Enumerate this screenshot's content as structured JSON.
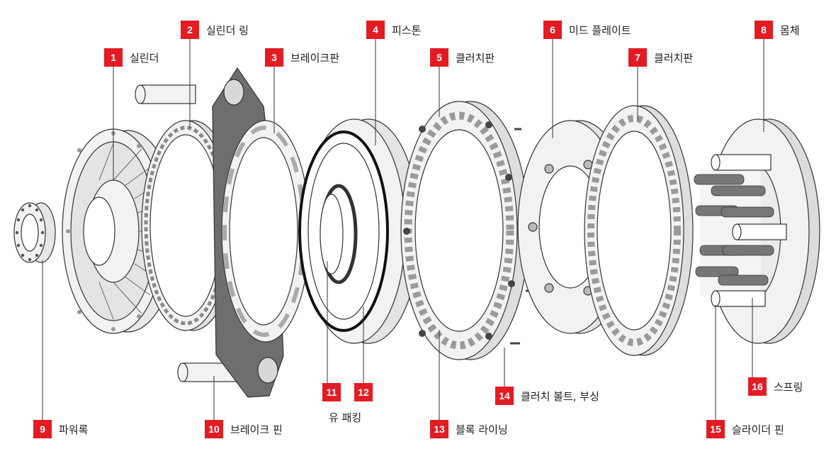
{
  "colors": {
    "accent": "#e31b23",
    "line": "#333333",
    "part_fill": "#f2f2f2",
    "part_dark": "#6e6e6e"
  },
  "callouts": [
    {
      "num": "1",
      "label": "실린더"
    },
    {
      "num": "2",
      "label": "실린더 링"
    },
    {
      "num": "3",
      "label": "브레이크판"
    },
    {
      "num": "4",
      "label": "피스톤"
    },
    {
      "num": "5",
      "label": "클러치판"
    },
    {
      "num": "6",
      "label": "미드 플레이트"
    },
    {
      "num": "7",
      "label": "클러치판"
    },
    {
      "num": "8",
      "label": "몸체"
    },
    {
      "num": "9",
      "label": "파워록"
    },
    {
      "num": "10",
      "label": "브레이크 핀"
    },
    {
      "num": "11",
      "label": ""
    },
    {
      "num": "12",
      "label": ""
    },
    {
      "num": "13",
      "label": "블록 라이닝"
    },
    {
      "num": "14",
      "label": "클러치 볼트, 부싱"
    },
    {
      "num": "15",
      "label": "슬라이더 핀"
    },
    {
      "num": "16",
      "label": "스프링"
    }
  ],
  "seal_label": "유 패킹"
}
